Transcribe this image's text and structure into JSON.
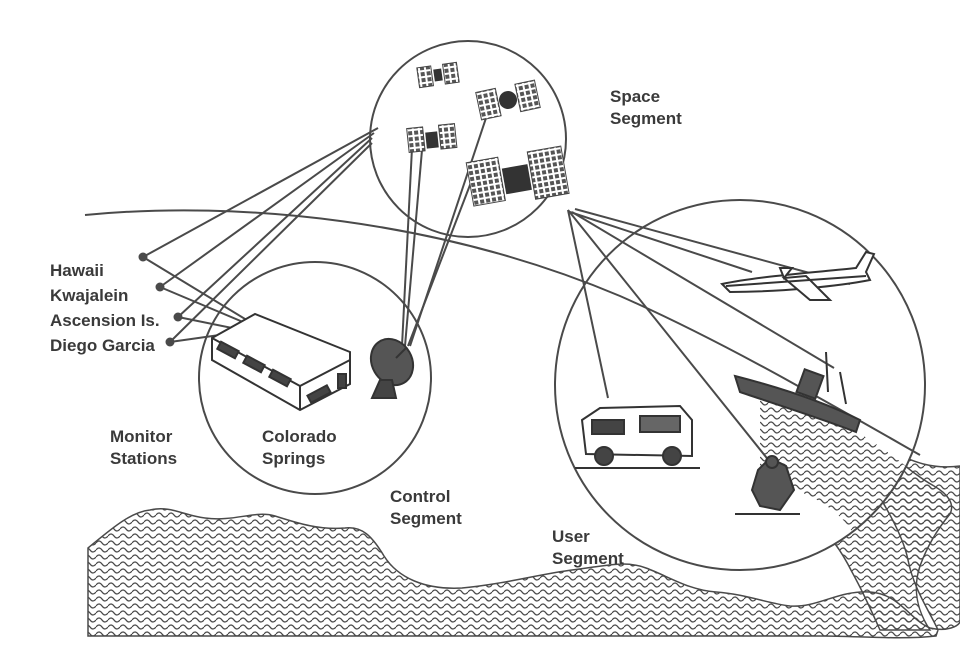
{
  "labels": {
    "space_segment": [
      "Space",
      "Segment"
    ],
    "monitor_stations": [
      "Monitor",
      "Stations"
    ],
    "colorado_springs": [
      "Colorado",
      "Springs"
    ],
    "control_segment": [
      "Control",
      "Segment"
    ],
    "user_segment": [
      "User",
      "Segment"
    ],
    "stations": [
      "Hawaii",
      "Kwajalein",
      "Ascension Is.",
      "Diego Garcia"
    ]
  },
  "colors": {
    "ink": "#4a4a4a",
    "text": "#3a3a3a",
    "background": "#ffffff"
  }
}
